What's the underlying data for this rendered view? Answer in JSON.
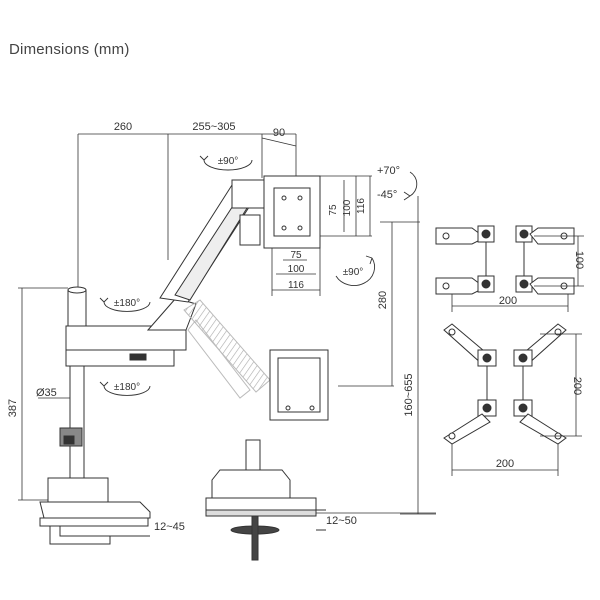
{
  "title": "Dimensions (mm)",
  "dimensions": {
    "d260": "260",
    "d255_305": "255~305",
    "d90": "90",
    "d75v": "75",
    "d100v": "100",
    "d116v": "116",
    "d75h": "75",
    "d100h": "100",
    "d116h": "116",
    "d280": "280",
    "d160_655": "160~655",
    "d387": "387",
    "d35": "Ø35",
    "d12_45": "12~45",
    "d12_50": "12~50",
    "adapter_100": "100",
    "adapter_200a": "200",
    "adapter_200v": "200",
    "adapter_200b": "200"
  },
  "rotations": {
    "tilt_up": "+70°",
    "tilt_down": "-45°",
    "swivel_top": "±90°",
    "rotate_panel": "±90°",
    "arm_upper": "±180°",
    "arm_lower": "±180°"
  },
  "colors": {
    "line": "#333333",
    "arm_light": "#bbbbbb"
  }
}
